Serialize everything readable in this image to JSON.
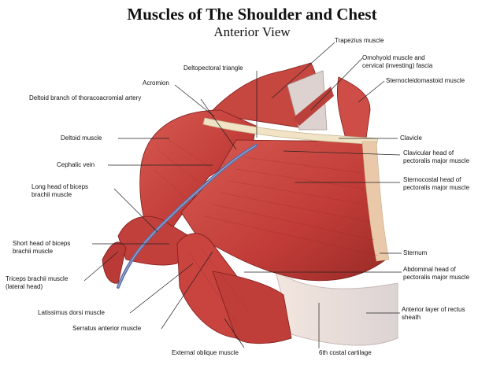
{
  "title": "Muscles of The Shoulder and Chest",
  "subtitle": "Anterior View",
  "colors": {
    "muscle": "#c9433f",
    "muscle_dark": "#8e2521",
    "muscle_light": "#e07a6e",
    "fascia": "#e9c9a9",
    "bone": "#f1e3c6",
    "vein": "#5a6ea6",
    "line": "#222222"
  },
  "labels": {
    "trapezius": "Trapezius muscle",
    "omohyoid": "Omohyoid muscle and",
    "omohyoid_2": "cervical (investing) fascia",
    "sternocleido": "Sternocleidomastoid muscle",
    "deltopectoral": "Deltopectoral triangle",
    "acromion": "Acromion",
    "deltoid_branch": "Deltoid branch of thoracoacromial artery",
    "clavicle": "Clavicle",
    "deltoid": "Deltoid muscle",
    "clavicular_head": "Clavicular head of",
    "clavicular_head_2": "pectoralis major muscle",
    "cephalic": "Cephalic vein",
    "sternocostal": "Sternocostal head of",
    "sternocostal_2": "pectoralis major muscle",
    "long_head": "Long head of biceps",
    "long_head_2": "brachii muscle",
    "short_head": "Short head of biceps",
    "short_head_2": "brachii muscle",
    "sternum": "Sternum",
    "abdominal_head": "Abdominal head of",
    "abdominal_head_2": "pectoralis major muscle",
    "triceps": "Triceps brachii muscle",
    "triceps_2": "(lateral head)",
    "latissimus": "Latissimus dorsi muscle",
    "rectus": "Anterior layer of rectus",
    "rectus_2": "sheath",
    "serratus": "Serratus anterior muscle",
    "external_oblique": "External oblique muscle",
    "costal": "6th costal cartilage"
  }
}
